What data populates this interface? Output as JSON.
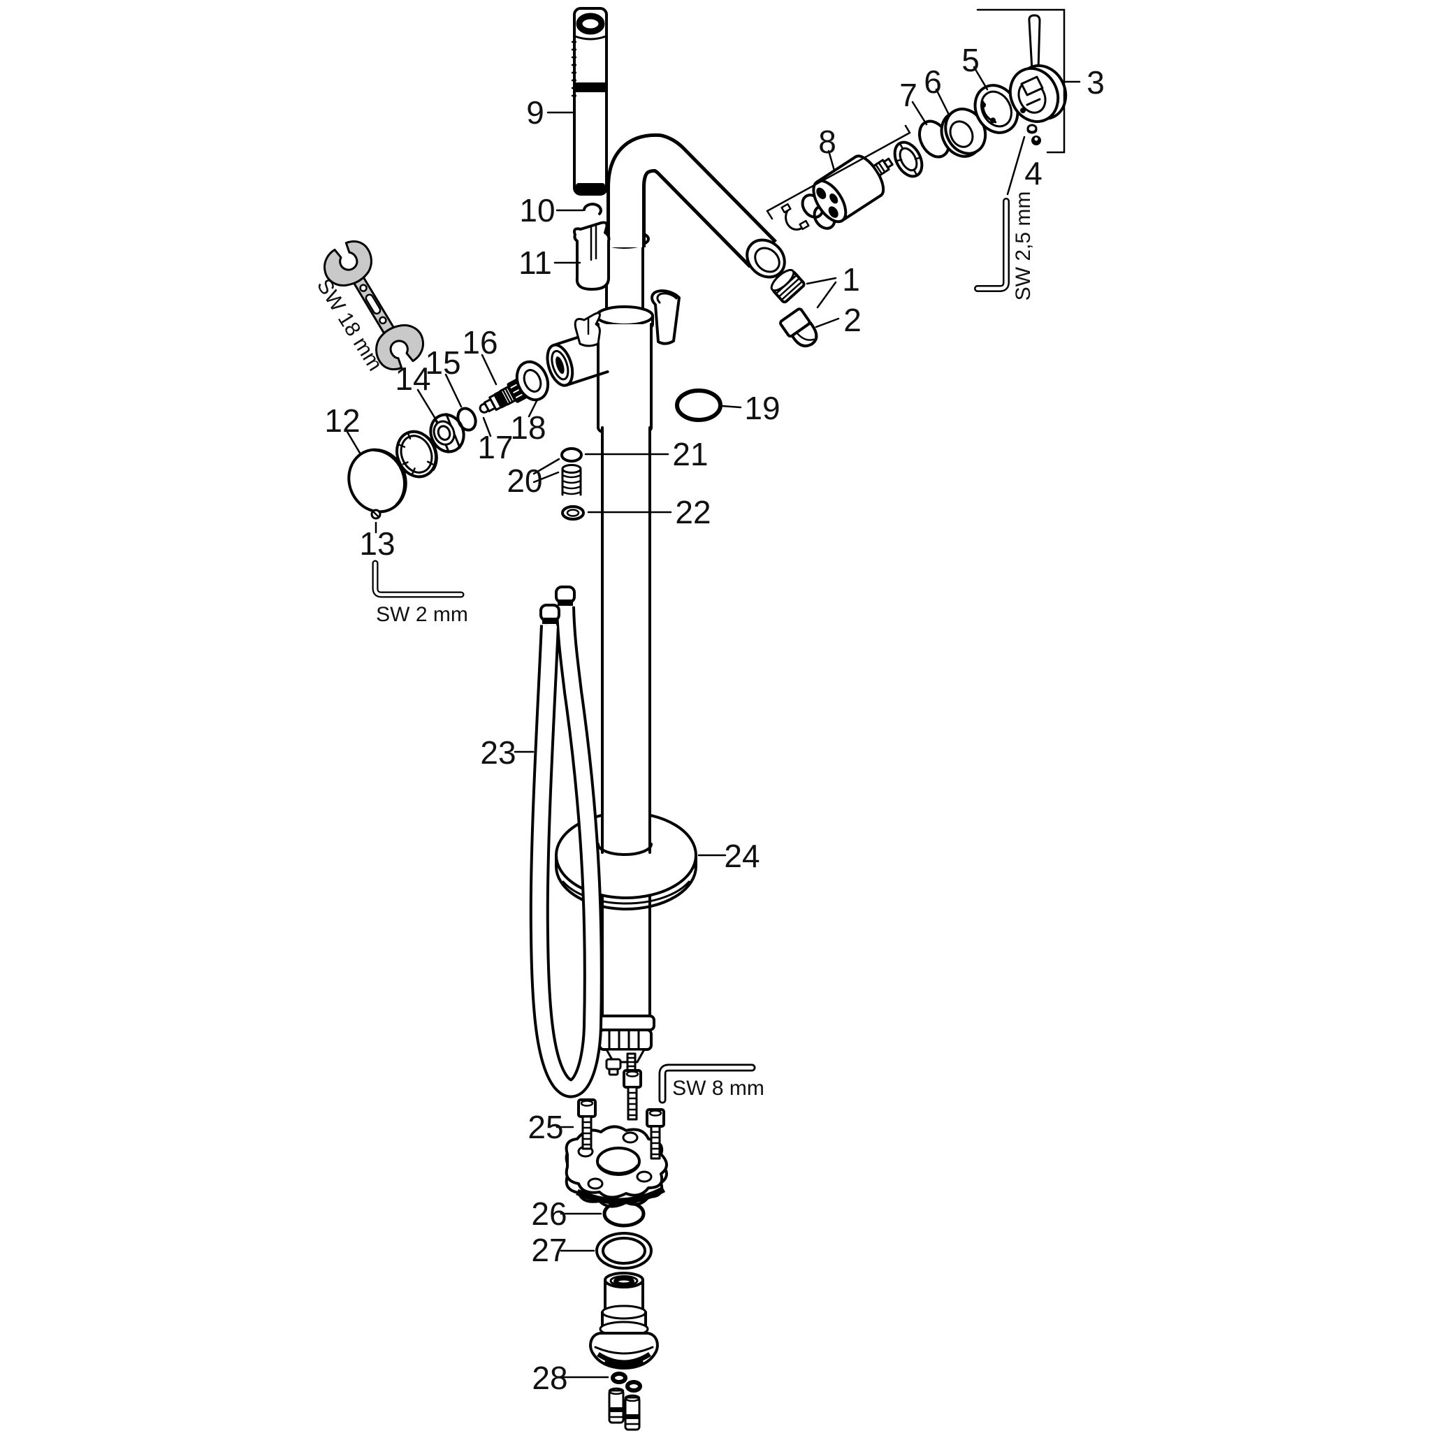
{
  "figure": {
    "kind": "exploded-parts-diagram",
    "background_color": "#ffffff",
    "line_color": "#000000",
    "tool_fill_color": "#c9c9c9"
  },
  "callouts": [
    {
      "label": "1"
    },
    {
      "label": "2"
    },
    {
      "label": "3"
    },
    {
      "label": "4"
    },
    {
      "label": "5"
    },
    {
      "label": "6"
    },
    {
      "label": "7"
    },
    {
      "label": "8"
    },
    {
      "label": "9"
    },
    {
      "label": "10"
    },
    {
      "label": "11"
    },
    {
      "label": "12"
    },
    {
      "label": "13"
    },
    {
      "label": "14"
    },
    {
      "label": "15"
    },
    {
      "label": "16"
    },
    {
      "label": "17"
    },
    {
      "label": "18"
    },
    {
      "label": "19"
    },
    {
      "label": "20"
    },
    {
      "label": "21"
    },
    {
      "label": "22"
    },
    {
      "label": "23"
    },
    {
      "label": "24"
    },
    {
      "label": "25"
    },
    {
      "label": "26"
    },
    {
      "label": "27"
    },
    {
      "label": "28"
    }
  ],
  "tools": [
    {
      "label": "SW 18 mm"
    },
    {
      "label": "SW 2,5 mm"
    },
    {
      "label": "SW 2 mm"
    },
    {
      "label": "SW 8 mm"
    }
  ]
}
